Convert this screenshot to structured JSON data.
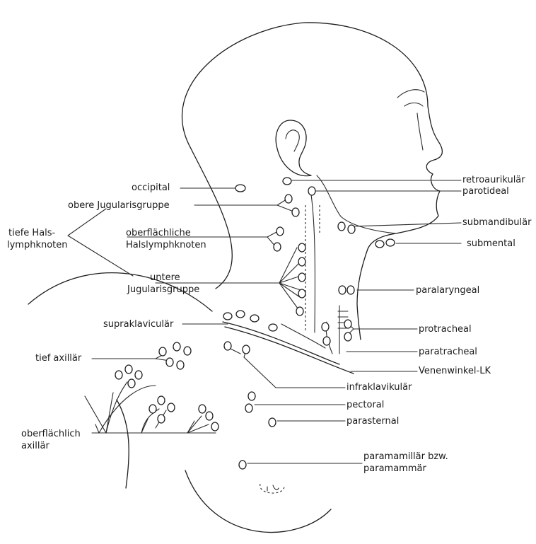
{
  "labels": {
    "occipital": "occipital",
    "obere_jugularisgruppe": "obere Jugularisgruppe",
    "tiefe_hals_1": "tiefe Hals-",
    "tiefe_hals_2": "lymphknoten",
    "oberflaechliche_1": "oberflächliche",
    "oberflaechliche_2": "Halslymphknoten",
    "untere_1": "untere",
    "untere_2": "Jugularisgruppe",
    "supraklavikulaer": "supraklaviculär",
    "tief_axillaer": "tief axillär",
    "oberflaechlich_axillaer_1": "oberflächlich",
    "oberflaechlich_axillaer_2": "axillär",
    "retroaurikulaer": "retroaurikulär",
    "parotideal": "parotideal",
    "submandibulaer": "submandibulär",
    "submental": "submental",
    "paralaryngeal": "paralaryngeal",
    "protracheal": "protracheal",
    "paratracheal": "paratracheal",
    "venenwinkel": "Venenwinkel-LK",
    "infraklavikulaer": "infraklavikulär",
    "pectoral": "pectoral",
    "parasternal": "parasternal",
    "paramamillaer_1": "paramamillär bzw.",
    "paramamillaer_2": "paramammär"
  },
  "colors": {
    "ink": "#1e1e1e",
    "background": "#ffffff"
  }
}
